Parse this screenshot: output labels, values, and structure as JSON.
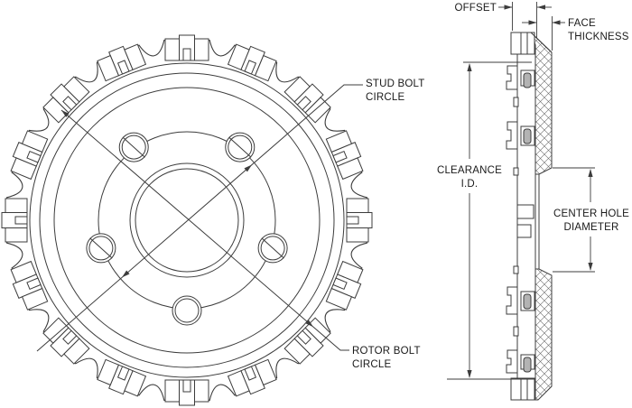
{
  "drawing": {
    "title": "brake-hat-technical-drawing",
    "colors": {
      "background": "#ffffff",
      "line": "#3c3c3c",
      "text": "#1a1a1a",
      "hatch": "#6a6a6a",
      "bolt_fill": "#b3b3b3"
    },
    "front_view": {
      "lug_count": 16,
      "stud_hole_count": 5,
      "labels": {
        "stud_bolt_line1": "STUD BOLT",
        "stud_bolt_line2": "CIRCLE",
        "rotor_bolt_line1": "ROTOR BOLT",
        "rotor_bolt_line2": "CIRCLE"
      }
    },
    "side_view": {
      "labels": {
        "offset": "OFFSET",
        "face_line1": "FACE",
        "face_line2": "THICKNESS",
        "clearance_line1": "CLEARANCE",
        "clearance_line2": "I.D.",
        "center_hole_line1": "CENTER HOLE",
        "center_hole_line2": "DIAMETER"
      }
    }
  }
}
